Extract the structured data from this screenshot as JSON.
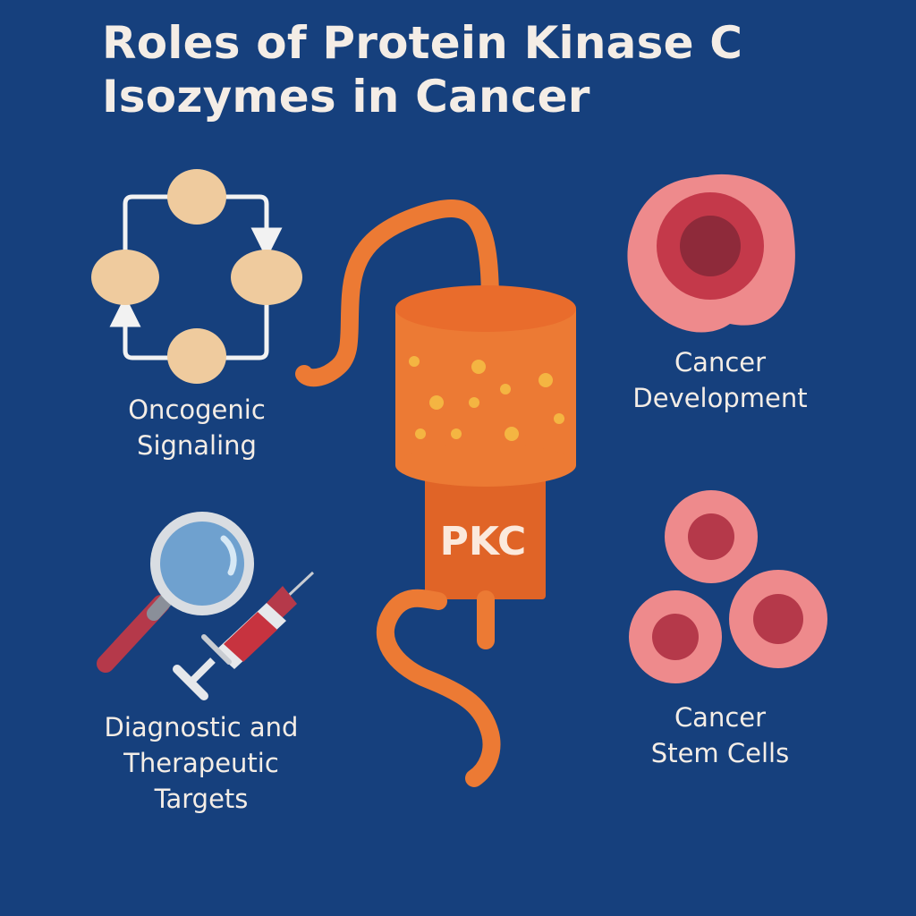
{
  "title": {
    "line1": "Roles of Protein Kinase C",
    "line2": "Isozymes in Cancer"
  },
  "center": {
    "label": "PKC",
    "icon": "pkc-protein-icon"
  },
  "panels": {
    "oncogenic": {
      "line1": "Oncogenic",
      "line2": "Signaling",
      "icon": "signaling-cycle-icon"
    },
    "development": {
      "line1": "Cancer",
      "line2": "Development",
      "icon": "cancer-cell-icon"
    },
    "diagnostic": {
      "line1": "Diagnostic and",
      "line2": "Therapeutic",
      "line3": "Targets",
      "icon": "magnifier-syringe-icon"
    },
    "stem": {
      "line1": "Cancer",
      "line2": "Stem Cells",
      "icon": "stem-cells-icon"
    }
  },
  "colors": {
    "background": "#16407d",
    "text": "#f4ede6",
    "pkc_orange": "#e9712d",
    "cell_pink": "#ee8a8c",
    "cell_core": "#b5394a",
    "node_tan": "#efcb9e"
  }
}
